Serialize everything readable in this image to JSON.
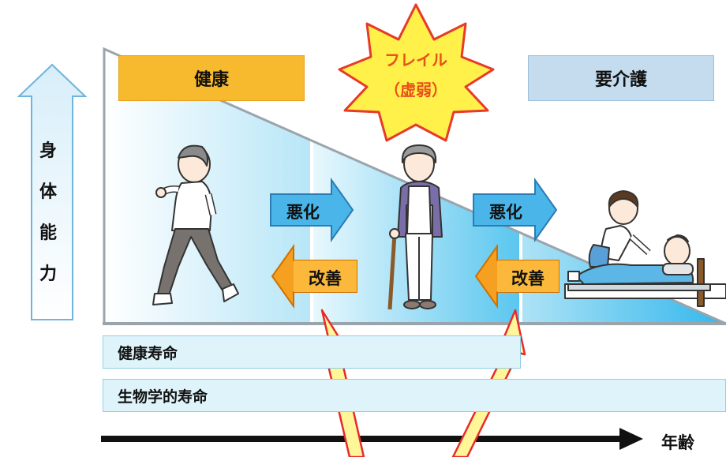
{
  "axis_y_label": [
    "身",
    "体",
    "能",
    "力"
  ],
  "axis_x_label": "年齢",
  "stages": {
    "healthy": "健康",
    "frailty_line1": "フレイル",
    "frailty_line2": "（虚弱）",
    "care": "要介護"
  },
  "arrows": {
    "worsen1": "悪化",
    "worsen2": "悪化",
    "improve1": "改善",
    "improve2": "改善"
  },
  "bars": {
    "healthy_life": "健康寿命",
    "biological_life": "生物学的寿命"
  },
  "colors": {
    "healthy_box": "#f7b92e",
    "care_box": "#c5dcee",
    "arrow_blue": "#4ab5e8",
    "arrow_orange": "#f5a020",
    "frailty_star": "#fff14a",
    "frailty_text": "#e8501c"
  }
}
